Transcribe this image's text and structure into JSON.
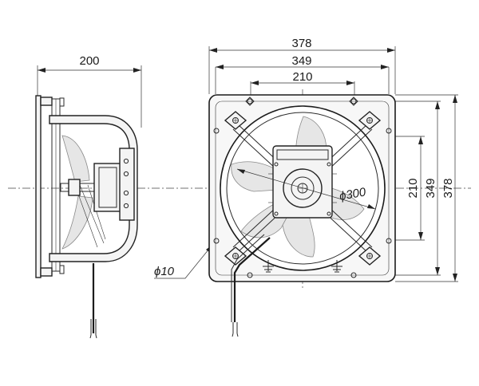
{
  "side_view": {
    "depth_label": "200",
    "bolt_dia_label": "ϕ10"
  },
  "front_view": {
    "width_overall_label": "378",
    "width_mount_label": "349",
    "width_bolt_label": "210",
    "height_overall_label": "378",
    "height_mount_label": "349",
    "height_bolt_label": "210",
    "impeller_dia_label": "ϕ300"
  }
}
